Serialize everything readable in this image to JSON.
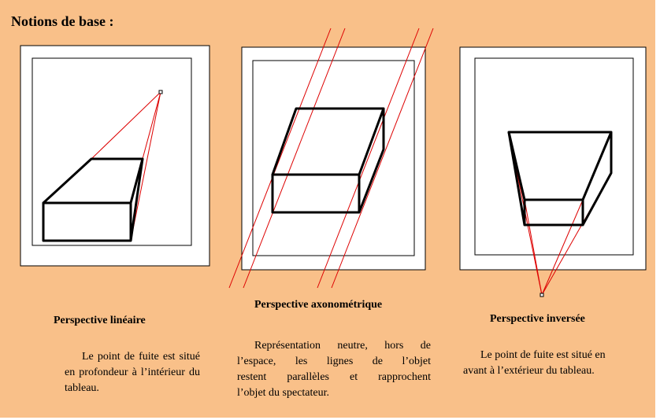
{
  "title": "Notions de base :",
  "panels": [
    {
      "name": "Perspective linéaire",
      "description": [
        "Le point de fuite est situé",
        "en profondeur à l’intérieur du",
        "tableau."
      ]
    },
    {
      "name": "Perspective axonométrique",
      "description": [
        "Représentation neutre, hors de",
        "l’espace, les lignes de l’objet",
        "restent parallèles et rapprochent",
        "l’objet du spectateur."
      ]
    },
    {
      "name": "Perspective inversée",
      "description": [
        "Le point de fuite est situé en",
        "avant à l’extérieur du tableau."
      ]
    }
  ],
  "colors": {
    "background": "#f9c089",
    "frame": "#ffffff",
    "box": "#000000",
    "construction_lines": "#dd0000"
  }
}
